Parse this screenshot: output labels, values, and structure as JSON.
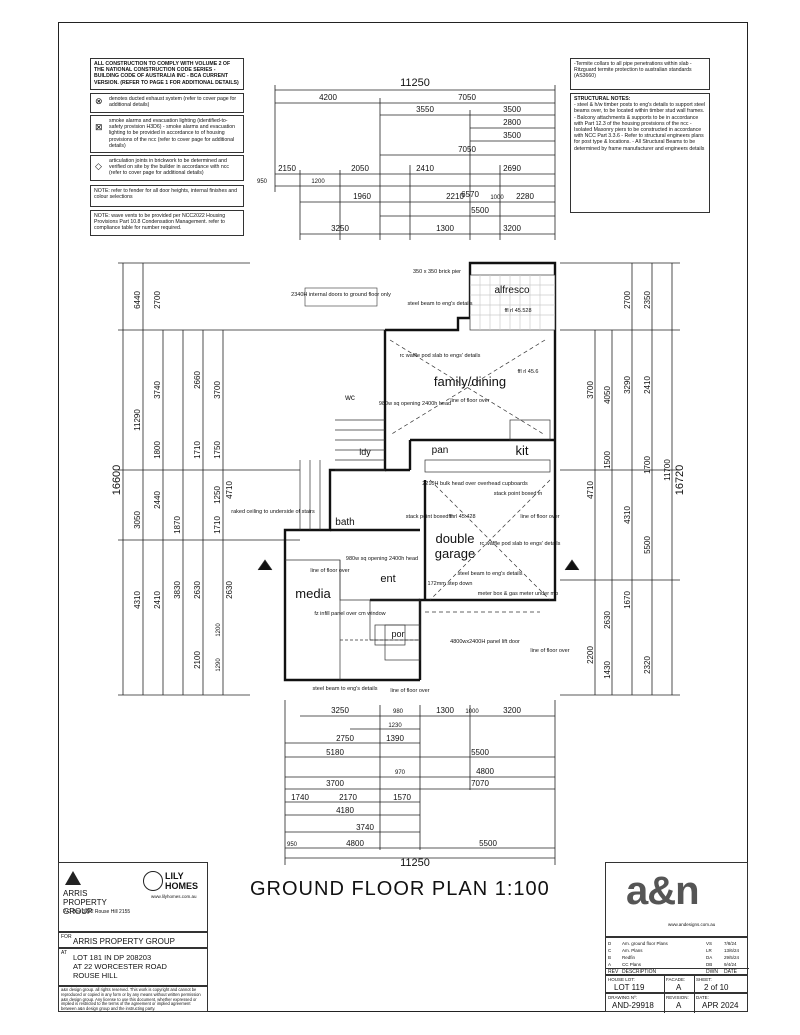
{
  "sheet_title": "GROUND FLOOR PLAN 1:100",
  "notes_left": {
    "compliance": "ALL CONSTRUCTION TO COMPLY WITH VOLUME 2 OF THE NATIONAL CONSTRUCTION CODE SERIES - BUILDING CODE OF AUSTRALIA INC - BCA CURRENT VERSION. (REFER TO PAGE 1 FOR ADDITIONAL DETAILS)",
    "exhaust": "denotes ducted exhaust system (refer to cover page for additional details)",
    "smoke": "smoke alarms and evacuation lighting (identified-to-safety provision H3D6) - smoke alarms and evacuation lighting to be provided in accordance to of housing provisions of the ncc (refer to cover page for additional details)",
    "articulation": "articulation joints in brickwork to be determined and verified on site by the builder in accordance with ncc (refer to cover page for additional details)",
    "fender": "NOTE: refer to fender for all door heights, internal finishes and colour selections",
    "wave": "NOTE: wave vents to be provided per NCC2022 Housing Provisions Part 10.8 Condensation Management. refer to compliance table for number required."
  },
  "notes_right": {
    "termite": "-Termite collars to all pipe penetrations within slab - Ritzguard termite protection to australian standards (AS3660)",
    "structural_title": "STRUCTURAL NOTES:",
    "structural": "- steel & h/w timber posts to eng's details to support steel beams over, to be located within timber stud wall frames. - Balcony attachments & supports to be in accordance with Part 12.3 of the housing provisions of the ncc - Isolated Masonry piers to be constructed in accordance with NCC Part 3.3.6 - Refer to structural engineers plans for post type & locations. - All Structural Beams to be determined by frame manufacturer and engineers details"
  },
  "rooms": {
    "alfresco": "alfresco",
    "family": "family/dining",
    "pan": "pan",
    "kit": "kit",
    "ldy": "ldy",
    "bath": "bath",
    "garage1": "double",
    "garage2": "garage",
    "media": "media",
    "ent": "ent",
    "por": "por",
    "wc": "wc"
  },
  "annotations": {
    "internal_doors": "2340H internal doors to ground floor only",
    "brick_pier": "350 x 350 brick pier",
    "steel_beam_eng": "steel beam to eng's details",
    "waffle_pod": "rc waffle pod slab to engs' details",
    "opening": "980w sq opening 2400h head",
    "line_floor_over": "line of floor over",
    "bulkhead": "2210H bulk head over overhead cupboards",
    "stack_point": "stack point boxed in",
    "raked_ceiling": "raked ceiling to underside of stairs",
    "step_down": "172mm step down",
    "meter_box": "meter box & gas meter under mb",
    "garage_door": "4800wx2400H panel lift door",
    "fz_infill": "fz infill panel over cm window",
    "ffl1": "ffl rl 45.6",
    "ffl2": "ffl rl 45.428",
    "ffl3": "ffl rl 45.528"
  },
  "dims_top": {
    "overall": "11250",
    "row1": [
      "4200",
      "7050"
    ],
    "row2": [
      "3550",
      "3500"
    ],
    "row3": [
      "2800"
    ],
    "row4": [
      "3500"
    ],
    "row5": [
      "7050"
    ],
    "row6": [
      "2150",
      "2050",
      "2410",
      "2690"
    ],
    "row7": [
      "950",
      "1200",
      "6570"
    ],
    "row8": [
      "1960",
      "2210",
      "1000",
      "2280"
    ],
    "row9": [
      "5500"
    ],
    "row10": [
      "3250",
      "1300",
      "3200"
    ]
  },
  "dims_bottom": {
    "row1": [
      "3250",
      "980",
      "1300",
      "1000",
      "3200"
    ],
    "row2": [
      "1230"
    ],
    "row3": [
      "2750",
      "1390"
    ],
    "row4": [
      "5180",
      "5500"
    ],
    "row5": [
      "970",
      "4800"
    ],
    "row6": [
      "3700",
      "7070"
    ],
    "row7": [
      "1740",
      "2170",
      "1570"
    ],
    "row8": [
      "4180"
    ],
    "row9": [
      "3740"
    ],
    "row10": [
      "950",
      "4800",
      "5500"
    ],
    "overall": "11250"
  },
  "dims_left": {
    "overall": "16600",
    "items": [
      "6440",
      "11290",
      "2700",
      "3740",
      "2660",
      "3700",
      "1800",
      "1710",
      "1750",
      "4710",
      "1250",
      "3050",
      "2440",
      "1870",
      "1710",
      "4310",
      "2410",
      "3830",
      "2630",
      "2630",
      "1200",
      "2100",
      "1290"
    ]
  },
  "dims_right": {
    "overall": "16720",
    "items": [
      "2700",
      "2350",
      "3700",
      "4050",
      "3290",
      "2410",
      "11700",
      "1500",
      "4710",
      "1700",
      "4310",
      "5500",
      "2630",
      "1670",
      "2200",
      "1430",
      "2320"
    ]
  },
  "builder": {
    "name": "ARRIS PROPERTY GROUP",
    "address": "P.O Box 3232 Rouse Hill 2155",
    "partner": "LILY HOMES",
    "partner_url": "www.lilyhomes.com.au"
  },
  "client_label": "FOR",
  "client": "ARRIS PROPERTY GROUP",
  "site_label": "AT",
  "site": [
    "LOT 181 IN DP 208203",
    "AT 22 WORCESTER ROAD",
    "ROUSE HILL"
  ],
  "copyright": "a&n design group. all rights reserved. This work is copyright and cannot be reproduced or copied in any form or by any means without written permission a&n design group. Any license to use this document, whether expressed or implied is restricted to the terms of the agreement or implied agreement between a&n design group and the instructing party.",
  "logo": {
    "text": "a&n",
    "url": "www.andesigns.com.au"
  },
  "revisions": [
    {
      "rev": "D",
      "desc": "Am. ground floor Plans",
      "dwn": "VS",
      "date": "7/8/24"
    },
    {
      "rev": "C",
      "desc": "Am. Plans",
      "dwn": "LR",
      "date": "13/6/24"
    },
    {
      "rev": "B",
      "desc": "Redfin",
      "dwn": "DA",
      "date": "29/5/24"
    },
    {
      "rev": "A",
      "desc": "CC Plans",
      "dwn": "DB",
      "date": "9/4/24"
    }
  ],
  "rev_headers": {
    "rev": "REV",
    "desc": "DESCRIPTION",
    "dwn": "DWN",
    "date": "DATE"
  },
  "title_block": {
    "house_lot_label": "HOUSE LOT:",
    "house_lot": "LOT 119",
    "facade_label": "FACADE:",
    "facade": "A",
    "sheet_label": "SHEET:",
    "sheet": "2 of 10",
    "drawing_label": "DRAWING Nº:",
    "drawing": "AND-29918",
    "revision_label": "REVISION:",
    "revision": "A",
    "date_label": "DATE:",
    "date": "APR 2024"
  }
}
